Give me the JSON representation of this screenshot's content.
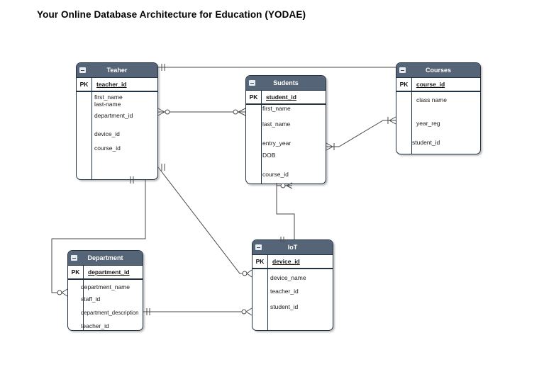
{
  "header": {
    "title": "Your Online Database Architecture for Education (YODAE)"
  },
  "labels": {
    "pk": "PK"
  },
  "icons": {
    "entity_header": "collapse-minus-icon"
  },
  "colors": {
    "canvas_bg": "#ffffff",
    "entity_header_bg": "#556477",
    "entity_border": "#223240",
    "connector_line": "#4a4a4a",
    "title_text": "#000000"
  },
  "entities": {
    "teaher": {
      "title": "Teaher",
      "pk": "teacher_id",
      "fields": [
        "first_name",
        "last-name",
        "department_id",
        "device_id",
        "course_id"
      ]
    },
    "sudents": {
      "title": "Sudents",
      "pk": "student_id",
      "fields": [
        "first_name",
        "last_name",
        "entry_year",
        "DOB",
        "course_id"
      ]
    },
    "courses": {
      "title": "Courses",
      "pk": "course_id",
      "fields": [
        "class name",
        "year_reg",
        "student_id"
      ]
    },
    "department": {
      "title": "Department",
      "pk": "department_id",
      "fields": [
        "department_name",
        "staff_id",
        "department_description",
        "teacher_id"
      ]
    },
    "iot": {
      "title": "IoT",
      "pk": "device_id",
      "fields": [
        "device_name",
        "teacher_id",
        "student_id"
      ]
    }
  },
  "relationships": [
    {
      "from": "Teaher",
      "to": "Courses",
      "from_cardinality": "one",
      "to_cardinality": "unspecified"
    },
    {
      "from": "Teaher",
      "to": "Sudents",
      "from_cardinality": "zero-or-many",
      "to_cardinality": "zero-or-many"
    },
    {
      "from": "Sudents",
      "to": "Courses",
      "from_cardinality": "one-or-many",
      "to_cardinality": "one-or-many"
    },
    {
      "from": "Sudents",
      "to": "IoT",
      "from_cardinality": "zero-or-many",
      "to_cardinality": "one"
    },
    {
      "from": "Teaher",
      "to": "IoT",
      "from_cardinality": "one",
      "to_cardinality": "zero-or-many"
    },
    {
      "from": "Teaher",
      "to": "Department",
      "from_cardinality": "one",
      "to_cardinality": "zero-or-many"
    },
    {
      "from": "Department",
      "to": "IoT",
      "from_cardinality": "one",
      "to_cardinality": "zero-or-many"
    }
  ]
}
